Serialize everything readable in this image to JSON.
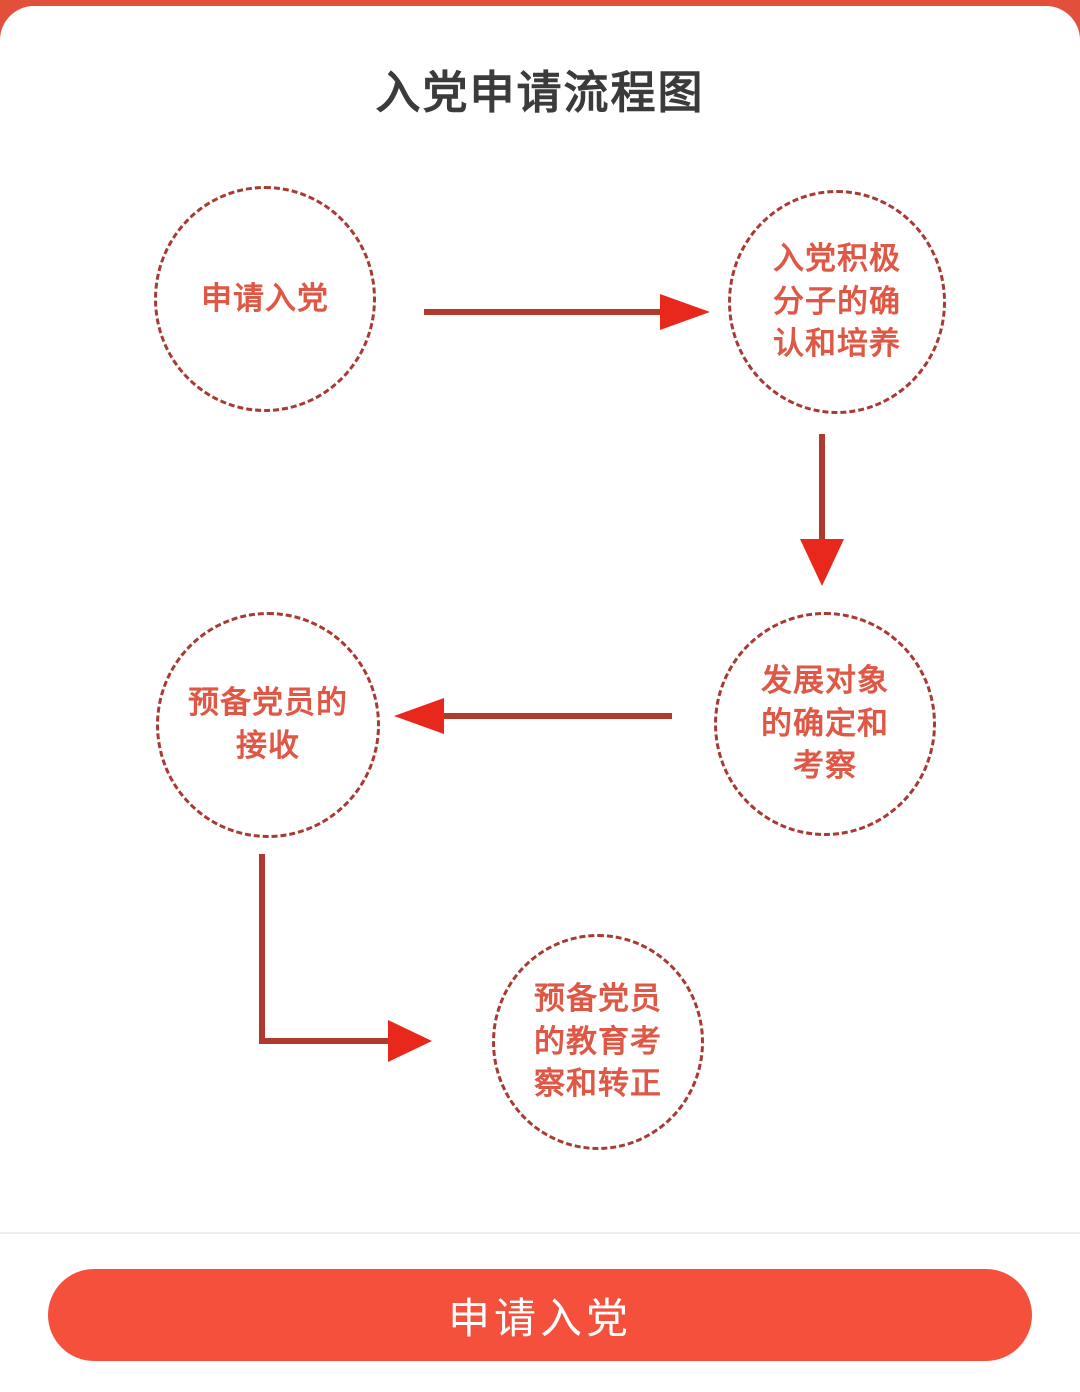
{
  "page": {
    "title": "入党申请流程图",
    "background_color": "#e2503c",
    "card_color": "#ffffff"
  },
  "flow": {
    "node_text_color": "#df5745",
    "node_border_color": "#a93a33",
    "arrow_color": "#b03a2e",
    "arrow_head_color": "#e8281c",
    "nodes": [
      {
        "id": "apply",
        "label": "申请入党",
        "order": 1
      },
      {
        "id": "activist",
        "label": "入党积极\n分子的确\n认和培养",
        "order": 2
      },
      {
        "id": "development-target",
        "label": "发展对象\n的确定和\n考察",
        "order": 3
      },
      {
        "id": "probationary-admit",
        "label": "预备党员的\n接收",
        "order": 4
      },
      {
        "id": "probationary-edu",
        "label": "预备党员\n的教育考\n察和转正",
        "order": 5
      }
    ],
    "edges": [
      {
        "from": "apply",
        "to": "activist",
        "direction": "right"
      },
      {
        "from": "activist",
        "to": "development-target",
        "direction": "down"
      },
      {
        "from": "development-target",
        "to": "probationary-admit",
        "direction": "left"
      },
      {
        "from": "probationary-admit",
        "to": "probationary-edu",
        "direction": "down-right-elbow"
      }
    ]
  },
  "bottom_bar": {
    "cta_label": "申请入党",
    "cta_color": "#f4503c",
    "cta_text_color": "#ffffff"
  }
}
